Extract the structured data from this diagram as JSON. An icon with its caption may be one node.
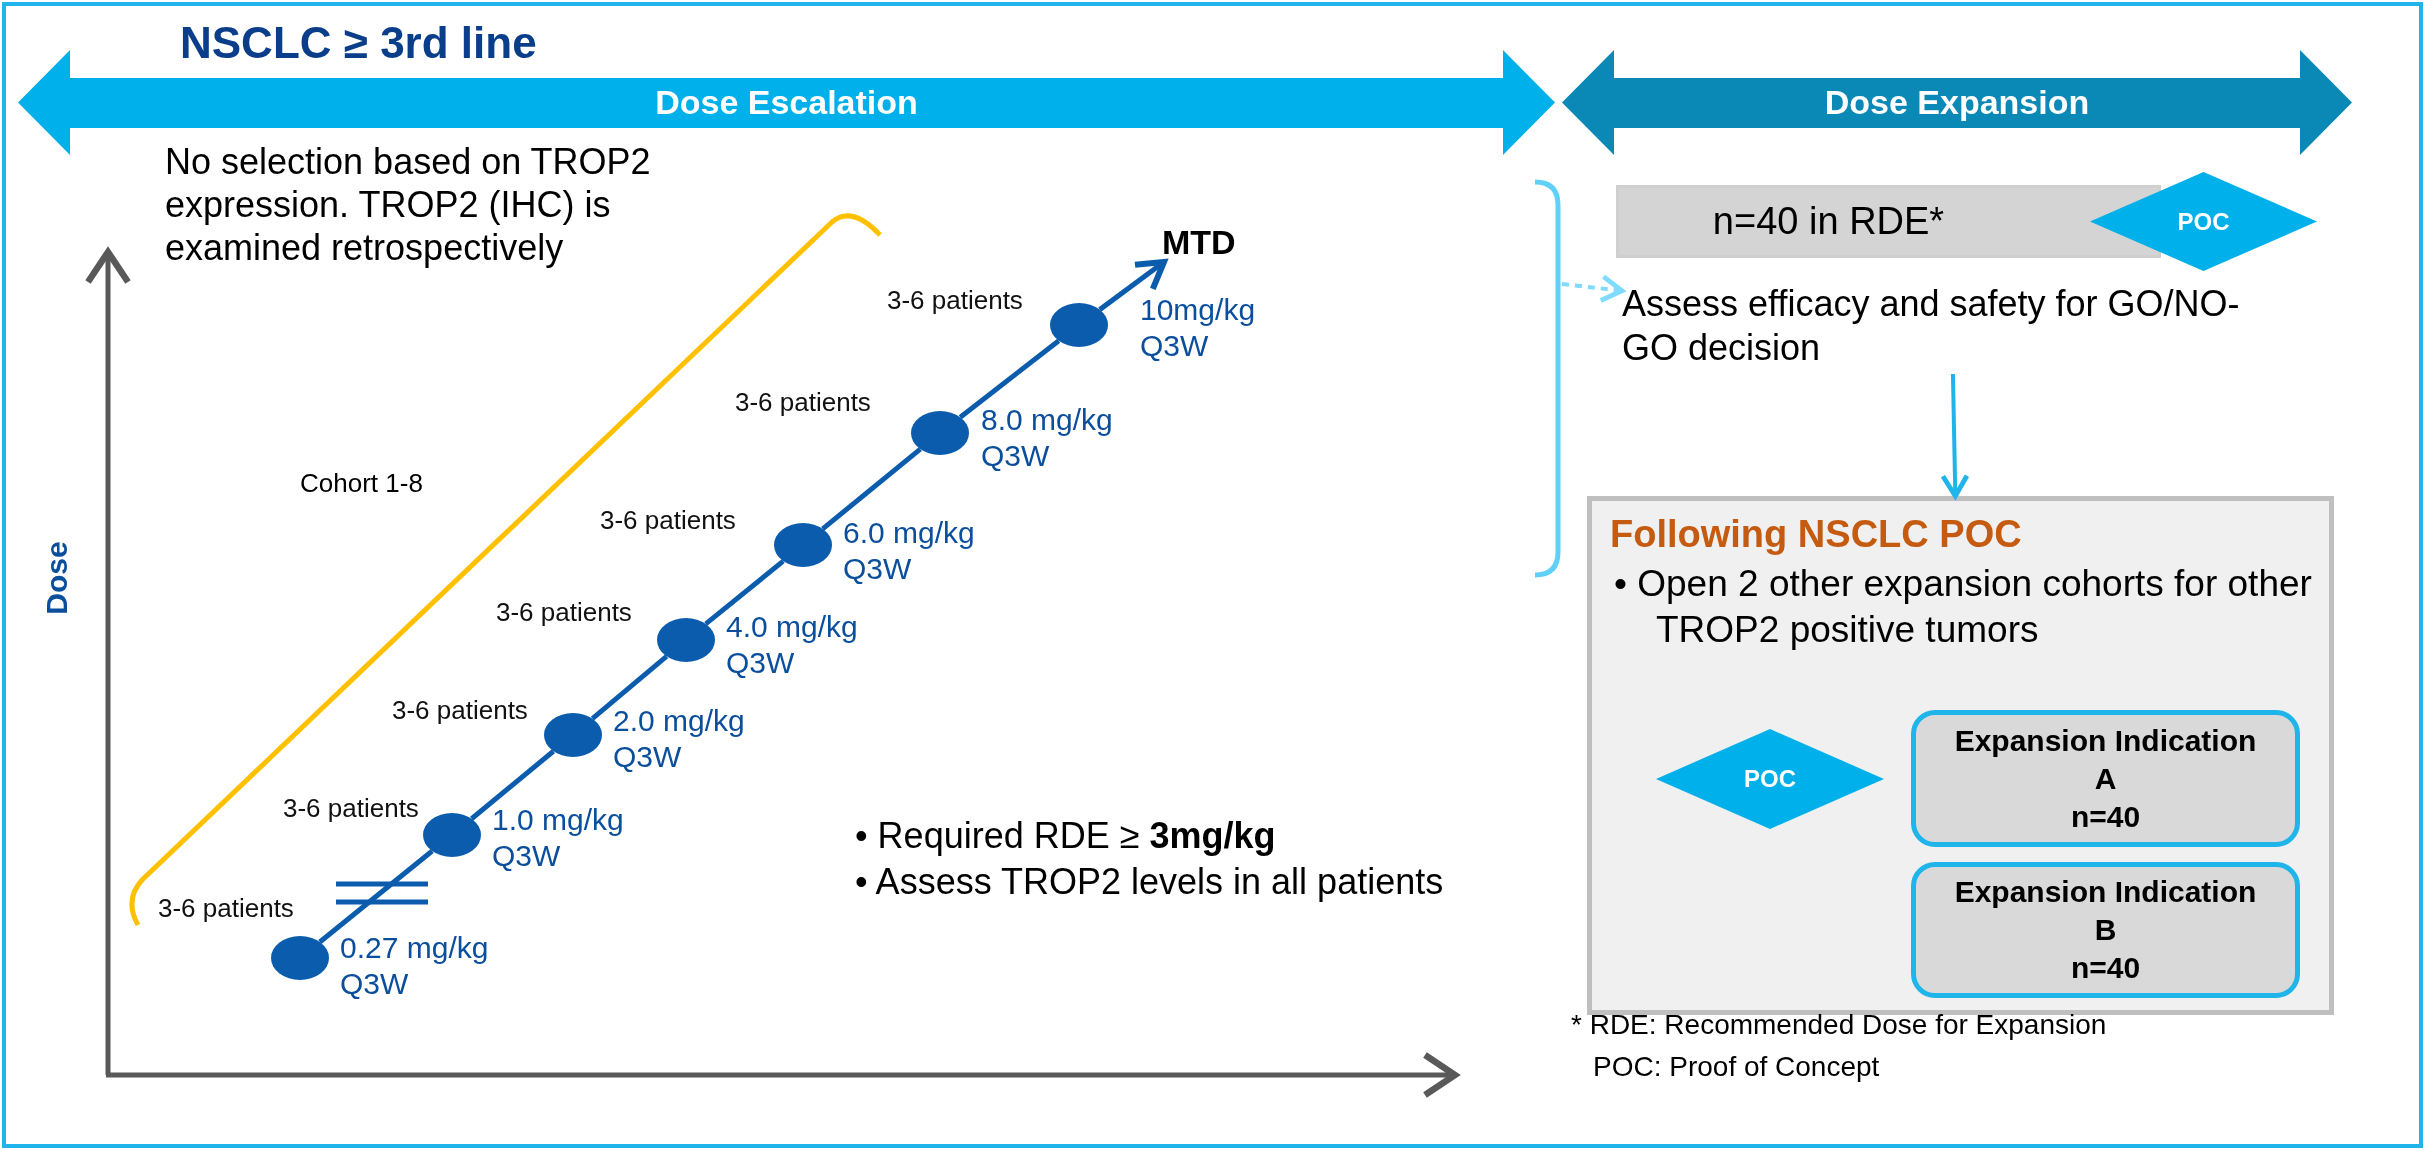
{
  "diagram": {
    "title": "NSCLC ≥ 3rd line",
    "nodes": [
      {
        "text": [
          "Dose Escalation"
        ]
      },
      {
        "text": [
          "Dose Expansion"
        ]
      },
      {
        "text": [],
        "shape": "circle",
        "beside": [
          "3-6 patients",
          "0.27 mg/kg Q3W"
        ]
      },
      {
        "text": [],
        "shape": "circle",
        "beside": [
          "3-6 patients",
          "1.0 mg/kg Q3W"
        ]
      },
      {
        "text": [],
        "shape": "circle",
        "beside": [
          "3-6 patients",
          "2.0 mg/kg Q3W"
        ]
      },
      {
        "text": [],
        "shape": "circle",
        "beside": [
          "3-6 patients",
          "4.0 mg/kg Q3W"
        ]
      },
      {
        "text": [],
        "shape": "circle",
        "beside": [
          "3-6 patients",
          "6.0 mg/kg Q3W"
        ]
      },
      {
        "text": [],
        "shape": "circle",
        "beside": [
          "3-6 patients",
          "8.0 mg/kg Q3W"
        ]
      },
      {
        "text": [],
        "shape": "circle",
        "beside": [
          "3-6 patients",
          "10mg/kg Q3W"
        ]
      },
      {
        "text": [
          "MTD"
        ]
      },
      {
        "text": [
          "n=40 in RDE*"
        ]
      },
      {
        "text": [
          "POC"
        ]
      },
      {
        "text": [
          "Assess efficacy and safety for GO/NO-GO decision"
        ]
      },
      {
        "text": [
          "Following NSCLC POC",
          "• Open 2 other expansion cohorts for other TROP2 positive tumors"
        ]
      },
      {
        "text": [
          "POC"
        ],
        "in": 13
      },
      {
        "text": [
          "Expansion Indication A",
          "n=40"
        ],
        "in": 13
      },
      {
        "text": [
          "Expansion Indication B",
          "n=40"
        ],
        "in": 13
      }
    ],
    "edges": [
      {
        "from": 2,
        "to": 3,
        "arrow": "none"
      },
      {
        "from": 3,
        "to": 4,
        "arrow": "none"
      },
      {
        "from": 4,
        "to": 5,
        "arrow": "none"
      },
      {
        "from": 5,
        "to": 6,
        "arrow": "none"
      },
      {
        "from": 6,
        "to": 7,
        "arrow": "none"
      },
      {
        "from": 7,
        "to": 8,
        "arrow": "none"
      },
      {
        "from": 8,
        "to": 9,
        "arrow": "to"
      },
      {
        "from": null,
        "to": 12,
        "arrow": "to",
        "style": "dashed",
        "color": "#7fdbff"
      },
      {
        "from": 12,
        "to": 13,
        "arrow": "to"
      }
    ],
    "labels": [
      "No selection based on TROP2 expression. TROP2 (IHC) is examined retrospectively",
      "Cohort 1-8",
      "Dose",
      "• Required RDE ≥ **3mg/kg**",
      "• Assess TROP2 levels in all patients",
      "* RDE: Recommended Dose for Expansion",
      "POC: Proof of Concept"
    ]
  }
}
